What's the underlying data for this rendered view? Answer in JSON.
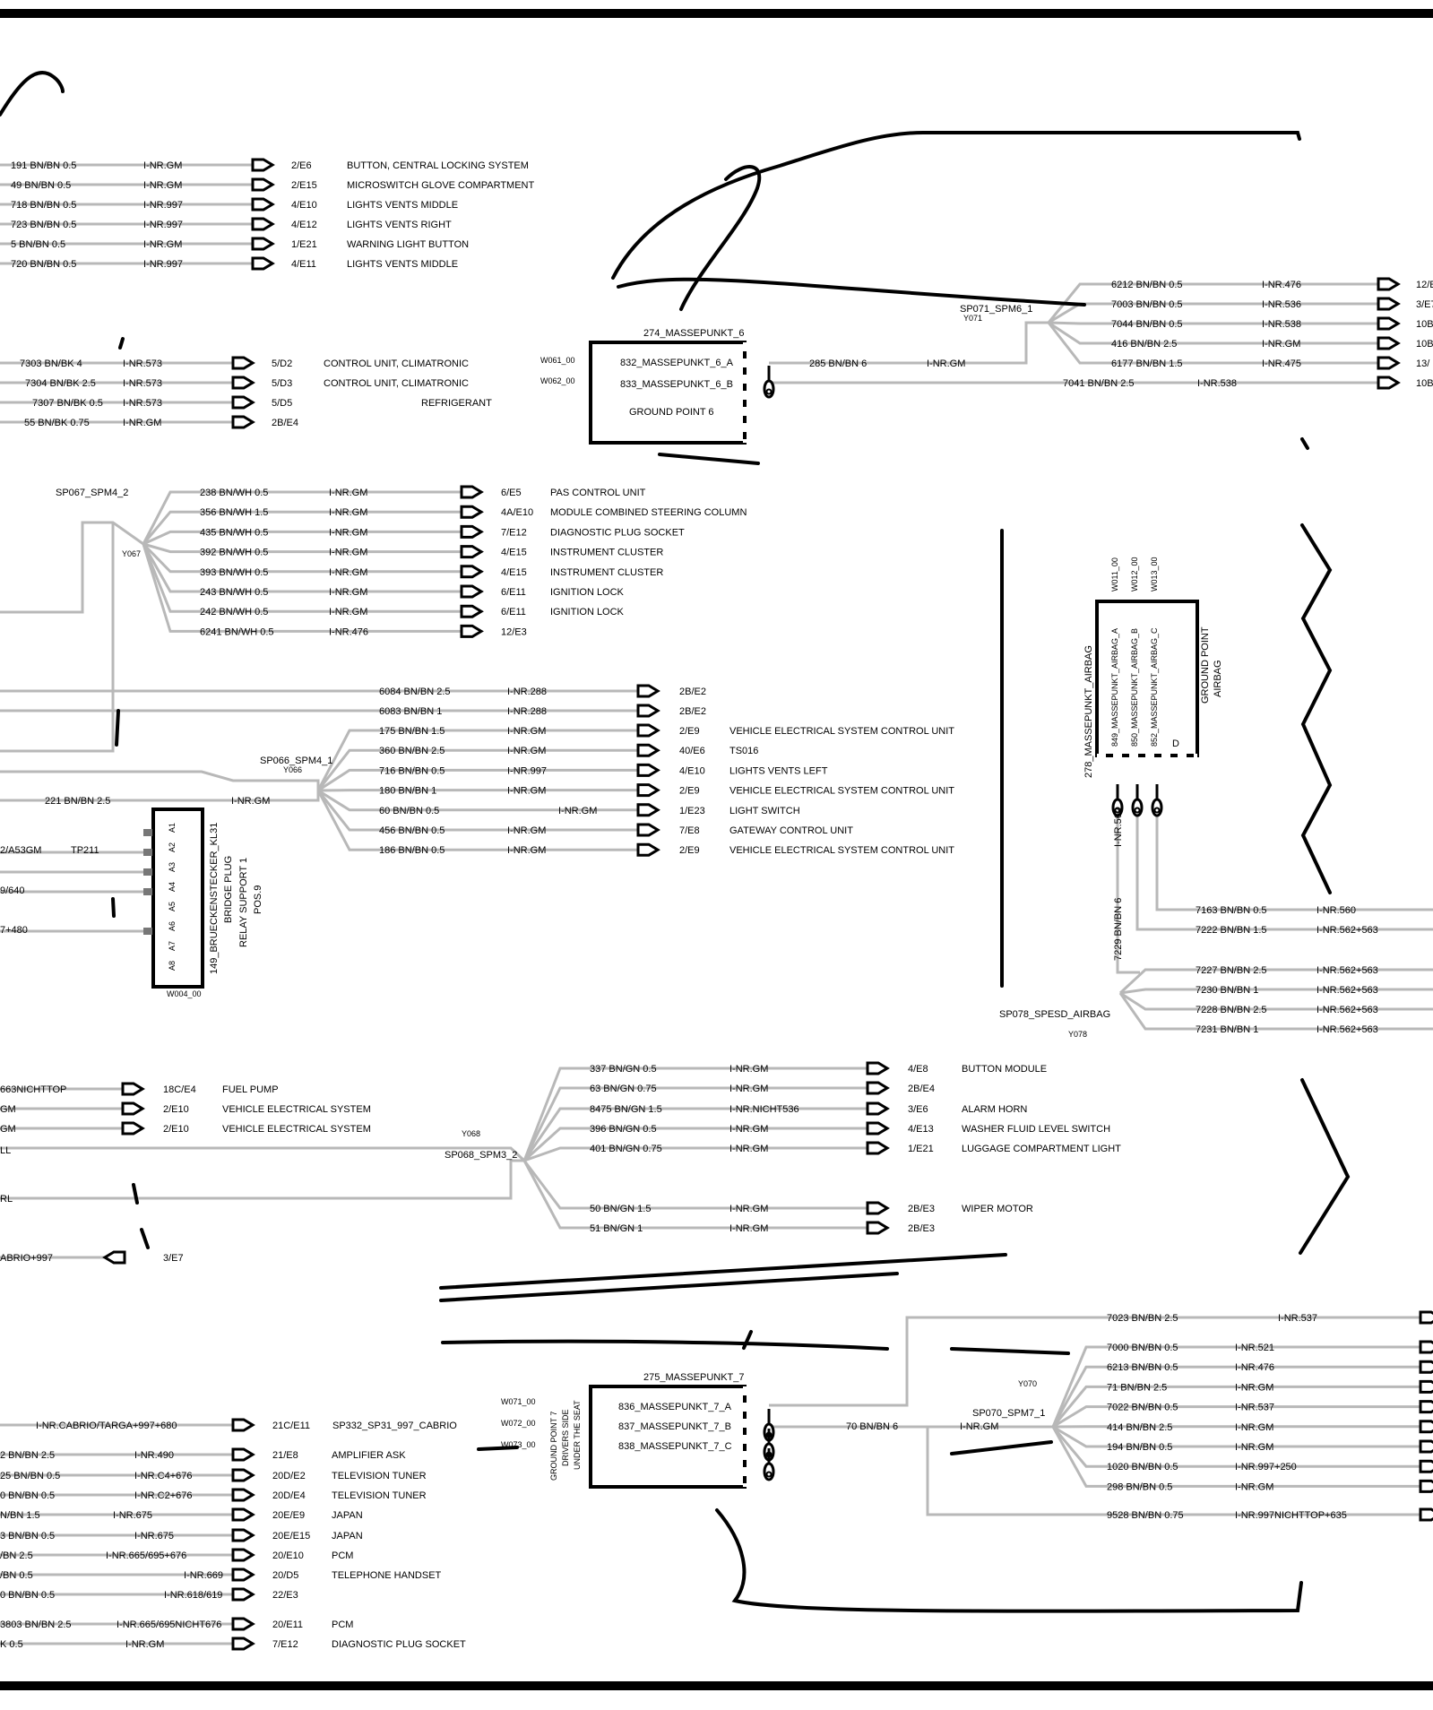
{
  "group_a": {
    "rows": [
      {
        "wire": "191 BN/BN 0.5",
        "part": "I-NR.GM",
        "loc": "2/E6",
        "dest": "BUTTON, CENTRAL LOCKING SYSTEM"
      },
      {
        "wire": "49 BN/BN 0.5",
        "part": "I-NR.GM",
        "loc": "2/E15",
        "dest": "MICROSWITCH GLOVE COMPARTMENT"
      },
      {
        "wire": "718 BN/BN 0.5",
        "part": "I-NR.997",
        "loc": "4/E10",
        "dest": "LIGHTS  VENTS  MIDDLE"
      },
      {
        "wire": "723 BN/BN 0.5",
        "part": "I-NR.997",
        "loc": "4/E12",
        "dest": "LIGHTS  VENTS  RIGHT"
      },
      {
        "wire": "5 BN/BN 0.5",
        "part": "I-NR.GM",
        "loc": "1/E21",
        "dest": "WARNING LIGHT BUTTON"
      },
      {
        "wire": "720 BN/BN 0.5",
        "part": "I-NR.997",
        "loc": "4/E11",
        "dest": "LIGHTS  VENTS  MIDDLE"
      }
    ]
  },
  "group_b": {
    "rows": [
      {
        "wire": "7303 BN/BK 4",
        "part": "I-NR.573",
        "loc": "5/D2",
        "dest": "CONTROL UNIT, CLIMATRONIC"
      },
      {
        "wire": "7304 BN/BK 2.5",
        "part": "I-NR.573",
        "loc": "5/D3",
        "dest": "CONTROL UNIT, CLIMATRONIC"
      },
      {
        "wire": "7307 BN/BK 0.5",
        "part": "I-NR.573",
        "loc": "5/D5",
        "dest": "REFRIGERANT"
      },
      {
        "wire": "55 BN/BK 0.75",
        "part": "I-NR.GM",
        "loc": "2B/E4",
        "dest": ""
      }
    ]
  },
  "ground6": {
    "title": "274_MASSEPUNKT_6",
    "a": "832_MASSEPUNKT_6_A",
    "b": "833_MASSEPUNKT_6_B",
    "label": "GROUND POINT 6",
    "w1": "W061_00",
    "w2": "W062_00",
    "wire": "285 BN/BN 6",
    "part": "I-NR.GM"
  },
  "spm6": {
    "name": "SP071_SPM6_1",
    "y": "Y071",
    "rows": [
      {
        "wire": "6212 BN/BN 0.5",
        "part": "I-NR.476",
        "loc": "12/E"
      },
      {
        "wire": "7003 BN/BN 0.5",
        "part": "I-NR.536",
        "loc": "3/E7"
      },
      {
        "wire": "7044 BN/BN 0.5",
        "part": "I-NR.538",
        "loc": "10B"
      },
      {
        "wire": "416 BN/BN 2.5",
        "part": "I-NR.GM",
        "loc": "10B"
      },
      {
        "wire": "6177 BN/BN 1.5",
        "part": "I-NR.475",
        "loc": "13/"
      },
      {
        "wire": "7041 BN/BN 2.5",
        "part": "I-NR.538",
        "loc": "10B"
      }
    ]
  },
  "spm4_2": {
    "name": "SP067_SPM4_2",
    "y": "Y067",
    "rows": [
      {
        "wire": "238 BN/WH 0.5",
        "part": "I-NR.GM",
        "loc": "6/E5",
        "dest": "PAS CONTROL UNIT"
      },
      {
        "wire": "356 BN/WH 1.5",
        "part": "I-NR.GM",
        "loc": "4A/E10",
        "dest": "MODULE  COMBINED STEERING COLUMN"
      },
      {
        "wire": "435 BN/WH 0.5",
        "part": "I-NR.GM",
        "loc": "7/E12",
        "dest": "DIAGNOSTIC PLUG SOCKET"
      },
      {
        "wire": "392 BN/WH 0.5",
        "part": "I-NR.GM",
        "loc": "4/E15",
        "dest": "INSTRUMENT CLUSTER"
      },
      {
        "wire": "393 BN/WH 0.5",
        "part": "I-NR.GM",
        "loc": "4/E15",
        "dest": "INSTRUMENT CLUSTER"
      },
      {
        "wire": "243 BN/WH 0.5",
        "part": "I-NR.GM",
        "loc": "6/E11",
        "dest": "IGNITION LOCK"
      },
      {
        "wire": "242 BN/WH 0.5",
        "part": "I-NR.GM",
        "loc": "6/E11",
        "dest": "IGNITION LOCK"
      },
      {
        "wire": "6241 BN/WH 0.5",
        "part": "I-NR.476",
        "loc": "12/E3",
        "dest": ""
      }
    ]
  },
  "spm4_1": {
    "name": "SP066_SPM4_1",
    "y": "Y066",
    "feed_wire": "221 BN/BN 2.5",
    "feed_part": "I-NR.GM",
    "top": [
      {
        "wire": "6084 BN/BN 2.5",
        "part": "I-NR.288",
        "loc": "2B/E2",
        "dest": ""
      },
      {
        "wire": "6083 BN/BN 1",
        "part": "I-NR.288",
        "loc": "2B/E2",
        "dest": ""
      }
    ],
    "rows": [
      {
        "wire": "175 BN/BN 1.5",
        "part": "I-NR.GM",
        "loc": "2/E9",
        "dest": "VEHICLE ELECTRICAL SYSTEM CONTROL UNIT"
      },
      {
        "wire": "360 BN/BN 2.5",
        "part": "I-NR.GM",
        "loc": "40/E6",
        "dest": "TS016"
      },
      {
        "wire": "716 BN/BN 0.5",
        "part": "I-NR.997",
        "loc": "4/E10",
        "dest": "LIGHTS VENTS LEFT"
      },
      {
        "wire": "180 BN/BN 1",
        "part": "I-NR.GM",
        "loc": "2/E9",
        "dest": "VEHICLE ELECTRICAL SYSTEM CONTROL UNIT"
      },
      {
        "wire": "60 BN/BN 0.5",
        "part": "I-NR.GM",
        "loc": "1/E23",
        "dest": "LIGHT SWITCH"
      },
      {
        "wire": "456 BN/BN 0.5",
        "part": "I-NR.GM",
        "loc": "7/E8",
        "dest": "GATEWAY CONTROL UNIT"
      },
      {
        "wire": "186 BN/BN 0.5",
        "part": "I-NR.GM",
        "loc": "2/E9",
        "dest": "VEHICLE ELECTRICAL SYSTEM CONTROL UNIT"
      }
    ]
  },
  "bridge": {
    "l1": "149_BRUECKENSTECKER_KL31",
    "l2": "BRIDGE PLUG",
    "l3": "RELAY SUPPORT 1",
    "l4": "POS.9",
    "w": "W004_00",
    "pins": [
      "A1",
      "A2",
      "A3",
      "A4",
      "A5",
      "A6",
      "A7",
      "A8"
    ],
    "left": [
      {
        "text": "2/A53GM"
      },
      {
        "text": "TP211"
      },
      {
        "text": "9/640"
      },
      {
        "text": "7+480"
      }
    ]
  },
  "airbag": {
    "left": "278_MASSEPUNKT_AIRBAG",
    "p1": "849_MASSEPUNKT_AIRBAG_A",
    "p2": "850_MASSEPUNKT_AIRBAG_B",
    "p3": "852_MASSEPUNKT_AIRBAG_C",
    "w1": "W011_00",
    "w2": "W012_00",
    "w3": "W013_00",
    "gp": "GROUND POINT",
    "gp2": "AIRBAG",
    "d": "D",
    "vwire": "7229 BN/BN 6",
    "vpart": "I-NR.562",
    "sp": "SP078_SPESD_AIRBAG",
    "y": "Y078",
    "r1": [
      {
        "wire": "7163 BN/BN 0.5",
        "part": "I-NR.560"
      },
      {
        "wire": "7222 BN/BN 1.5",
        "part": "I-NR.562+563"
      }
    ],
    "r2": [
      {
        "wire": "7227 BN/BN 2.5",
        "part": "I-NR.562+563"
      },
      {
        "wire": "7230 BN/BN 1",
        "part": "I-NR.562+563"
      },
      {
        "wire": "7228 BN/BN 2.5",
        "part": "I-NR.562+563"
      },
      {
        "wire": "7231 BN/BN 1",
        "part": "I-NR.562+563"
      }
    ]
  },
  "group_c": {
    "rows": [
      {
        "text": "663NICHTTOP",
        "loc": "18C/E4",
        "dest": "FUEL PUMP"
      },
      {
        "text": "GM",
        "loc": "2/E10",
        "dest": "VEHICLE ELECTRICAL SYSTEM"
      },
      {
        "text": "GM",
        "loc": "2/E10",
        "dest": "VEHICLE ELECTRICAL SYSTEM"
      }
    ],
    "ll": "LL",
    "rl": "RL",
    "cabrio": "ABRIO+997",
    "cabrio_loc": "3/E7"
  },
  "spm3": {
    "name": "SP068_SPM3_2",
    "y": "Y068",
    "rows": [
      {
        "wire": "337 BN/GN 0.5",
        "part": "I-NR.GM",
        "loc": "4/E8",
        "dest": "BUTTON MODULE"
      },
      {
        "wire": "63 BN/GN 0.75",
        "part": "I-NR.GM",
        "loc": "2B/E4",
        "dest": ""
      },
      {
        "wire": "8475 BN/GN 1.5",
        "part": "I-NR.NICHT536",
        "loc": "3/E6",
        "dest": "ALARM HORN"
      },
      {
        "wire": "396 BN/GN 0.5",
        "part": "I-NR.GM",
        "loc": "4/E13",
        "dest": "WASHER FLUID LEVEL SWITCH"
      },
      {
        "wire": "401 BN/GN 0.75",
        "part": "I-NR.GM",
        "loc": "1/E21",
        "dest": "LUGGAGE COMPARTMENT LIGHT"
      },
      {
        "wire": "50 BN/GN 1.5",
        "part": "I-NR.GM",
        "loc": "2B/E3",
        "dest": "WIPER MOTOR"
      },
      {
        "wire": "51 BN/GN 1",
        "part": "I-NR.GM",
        "loc": "2B/E3",
        "dest": ""
      }
    ]
  },
  "ground7": {
    "title": "275_MASSEPUNKT_7",
    "a": "836_MASSEPUNKT_7_A",
    "b": "837_MASSEPUNKT_7_B",
    "c": "838_MASSEPUNKT_7_C",
    "side1": "GROUND POINT 7",
    "side2": "DRIVERS SIDE",
    "side3": "UNDER THE SEAT",
    "w1": "W071_00",
    "w2": "W072_00",
    "w3": "W073_00",
    "wire": "70 BN/BN 6",
    "part": "I-NR.GM"
  },
  "spm7": {
    "name": "SP070_SPM7_1",
    "y": "Y070",
    "top": {
      "wire": "7023 BN/BN 2.5",
      "part": "I-NR.537"
    },
    "rows": [
      {
        "wire": "7000 BN/BN 0.5",
        "part": "I-NR.521"
      },
      {
        "wire": "6213 BN/BN 0.5",
        "part": "I-NR.476"
      },
      {
        "wire": "71 BN/BN 2.5",
        "part": "I-NR.GM"
      },
      {
        "wire": "7022 BN/BN 0.5",
        "part": "I-NR.537"
      },
      {
        "wire": "414 BN/BN 2.5",
        "part": "I-NR.GM"
      },
      {
        "wire": "194 BN/BN 0.5",
        "part": "I-NR.GM"
      },
      {
        "wire": "1020 BN/BN 0.5",
        "part": "I-NR.997+250"
      },
      {
        "wire": "298 BN/BN 0.5",
        "part": "I-NR.GM"
      }
    ],
    "bottom": {
      "wire": "9528 BN/BN 0.75",
      "part": "I-NR.997NICHTTOP+635"
    }
  },
  "group_d": {
    "rows": [
      {
        "wire": "",
        "part": "I-NR.CABRIO/TARGA+997+680",
        "loc": "21C/E11",
        "dest": "SP332_SP31_997_CABRIO"
      },
      {
        "wire": "2 BN/BN 2.5",
        "part": "I-NR.490",
        "loc": "21/E8",
        "dest": "AMPLIFIER          ASK"
      },
      {
        "wire": "25 BN/BN 0.5",
        "part": "I-NR.C4+676",
        "loc": "20D/E2",
        "dest": "TELEVISION TUNER"
      },
      {
        "wire": "0 BN/BN 0.5",
        "part": "I-NR.C2+676",
        "loc": "20D/E4",
        "dest": "TELEVISION TUNER"
      },
      {
        "wire": "N/BN 1.5",
        "part": "I-NR.675",
        "loc": "20E/E9",
        "dest": "JAPAN"
      },
      {
        "wire": "3 BN/BN 0.5",
        "part": "I-NR.675",
        "loc": "20E/E15",
        "dest": "JAPAN"
      },
      {
        "wire": "/BN 2.5",
        "part": "I-NR.665/695+676",
        "loc": "20/E10",
        "dest": "PCM"
      },
      {
        "wire": "/BN 0.5",
        "part": "I-NR.669",
        "loc": "20/D5",
        "dest": "TELEPHONE HANDSET"
      },
      {
        "wire": "0 BN/BN 0.5",
        "part": "I-NR.618/619",
        "loc": "22/E3",
        "dest": ""
      },
      {
        "wire": "3803 BN/BN 2.5",
        "part": "I-NR.665/695NICHT676",
        "loc": "20/E11",
        "dest": "PCM"
      },
      {
        "wire": "K 0.5",
        "part": "I-NR.GM",
        "loc": "7/E12",
        "dest": "DIAGNOSTIC PLUG SOCKET"
      }
    ]
  }
}
